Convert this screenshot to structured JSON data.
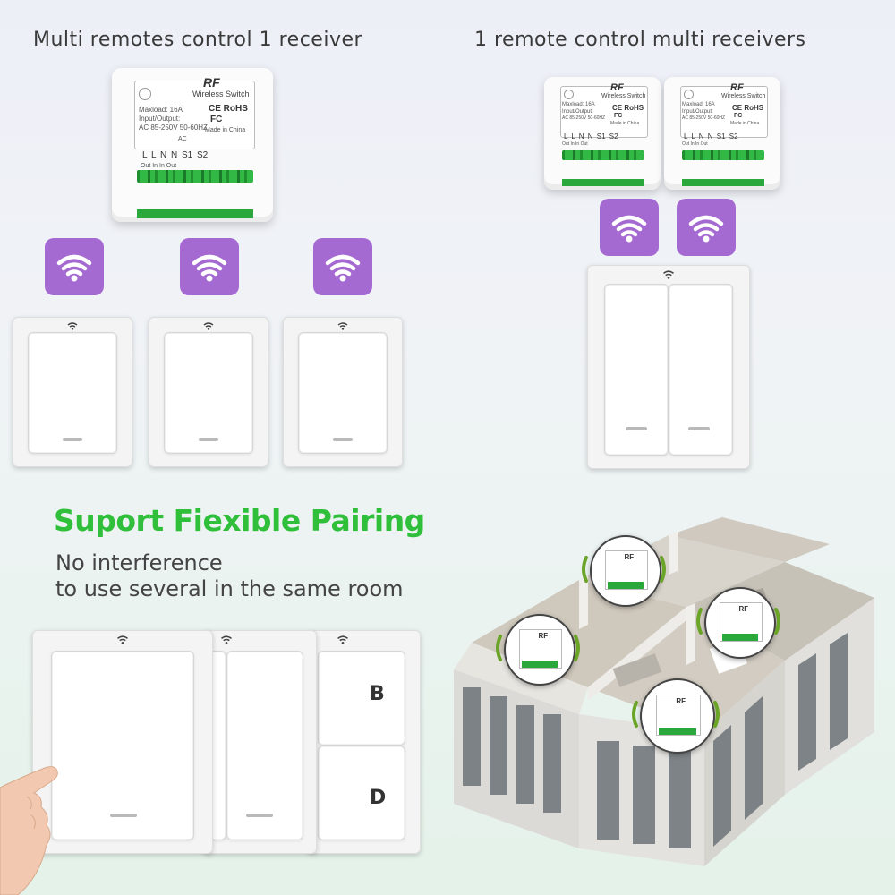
{
  "headings": {
    "left": "Multi remotes control 1 receiver",
    "right": "1 remote control multi receivers"
  },
  "pairing": {
    "title": "Suport Fiexible Pairing",
    "line1": "No interference",
    "line2": "to use several in the same room"
  },
  "receiver_label": {
    "rf": "RF",
    "wireless": "Wireless Switch",
    "maxload": "Maxload: 16A",
    "io": "Input/Output:",
    "voltage": "AC 85-250V 50-60HZ",
    "cert": "CE RoHS",
    "fc": "FC",
    "made": "Made in China",
    "pins": "L  L  N  N   S1 S2",
    "pins2": "Out In  In  Out",
    "ac": "AC"
  },
  "switch_letters": {
    "b": "B",
    "d": "D"
  },
  "colors": {
    "accent_green": "#2fbf3a",
    "wifi_purple": "#a46ad1",
    "terminal_green": "#2aa83c"
  },
  "icons": [
    "wifi-icon",
    "signal-icon",
    "rf-receiver",
    "wall-switch",
    "house-floorplan",
    "hand"
  ]
}
